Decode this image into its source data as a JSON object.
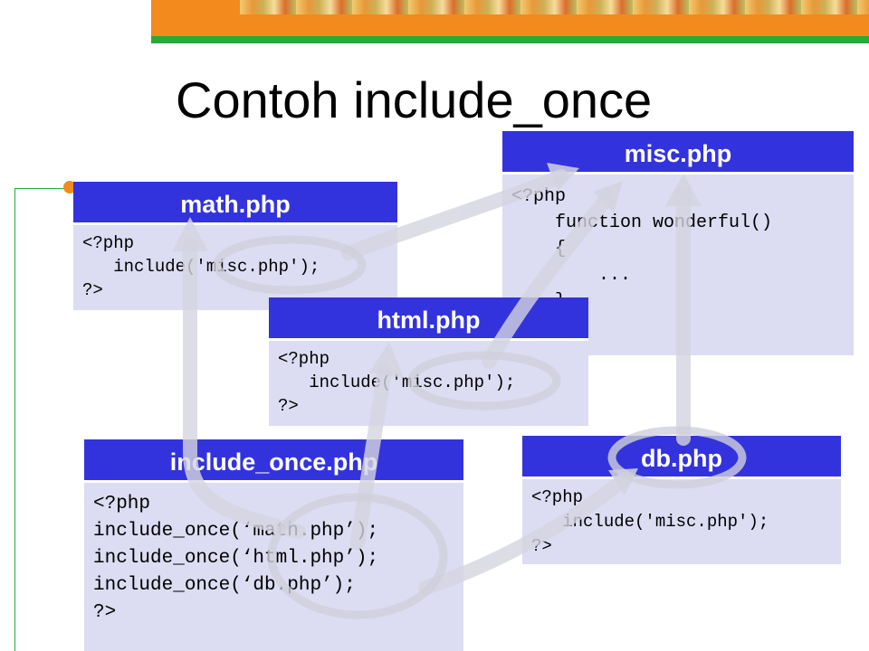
{
  "title": "Contoh include_once",
  "colors": {
    "header_bg": "#3333dd",
    "code_bg": "#dcdcf2",
    "banner_orange": "#f28a1e",
    "banner_green": "#2aa83a",
    "arrow": "#d8d8e4"
  },
  "boxes": {
    "misc": {
      "header": "misc.php",
      "lines": [
        "<?php",
        "    function wonderful()",
        "    {",
        "        ...",
        "    }"
      ]
    },
    "math": {
      "header": "math.php",
      "lines": [
        "<?php",
        "   include('misc.php');",
        "?>"
      ]
    },
    "html": {
      "header": "html.php",
      "lines": [
        "<?php",
        "   include('misc.php');",
        "?>"
      ]
    },
    "include_once": {
      "header": "include_once.php",
      "lines": [
        "<?php",
        "include_once(‘math.php’);",
        "include_once(‘html.php’);",
        "include_once(‘db.php’);",
        "?>"
      ]
    },
    "db": {
      "header": "db.php",
      "lines": [
        "<?php",
        "   include('misc.php');",
        "?>"
      ]
    }
  }
}
